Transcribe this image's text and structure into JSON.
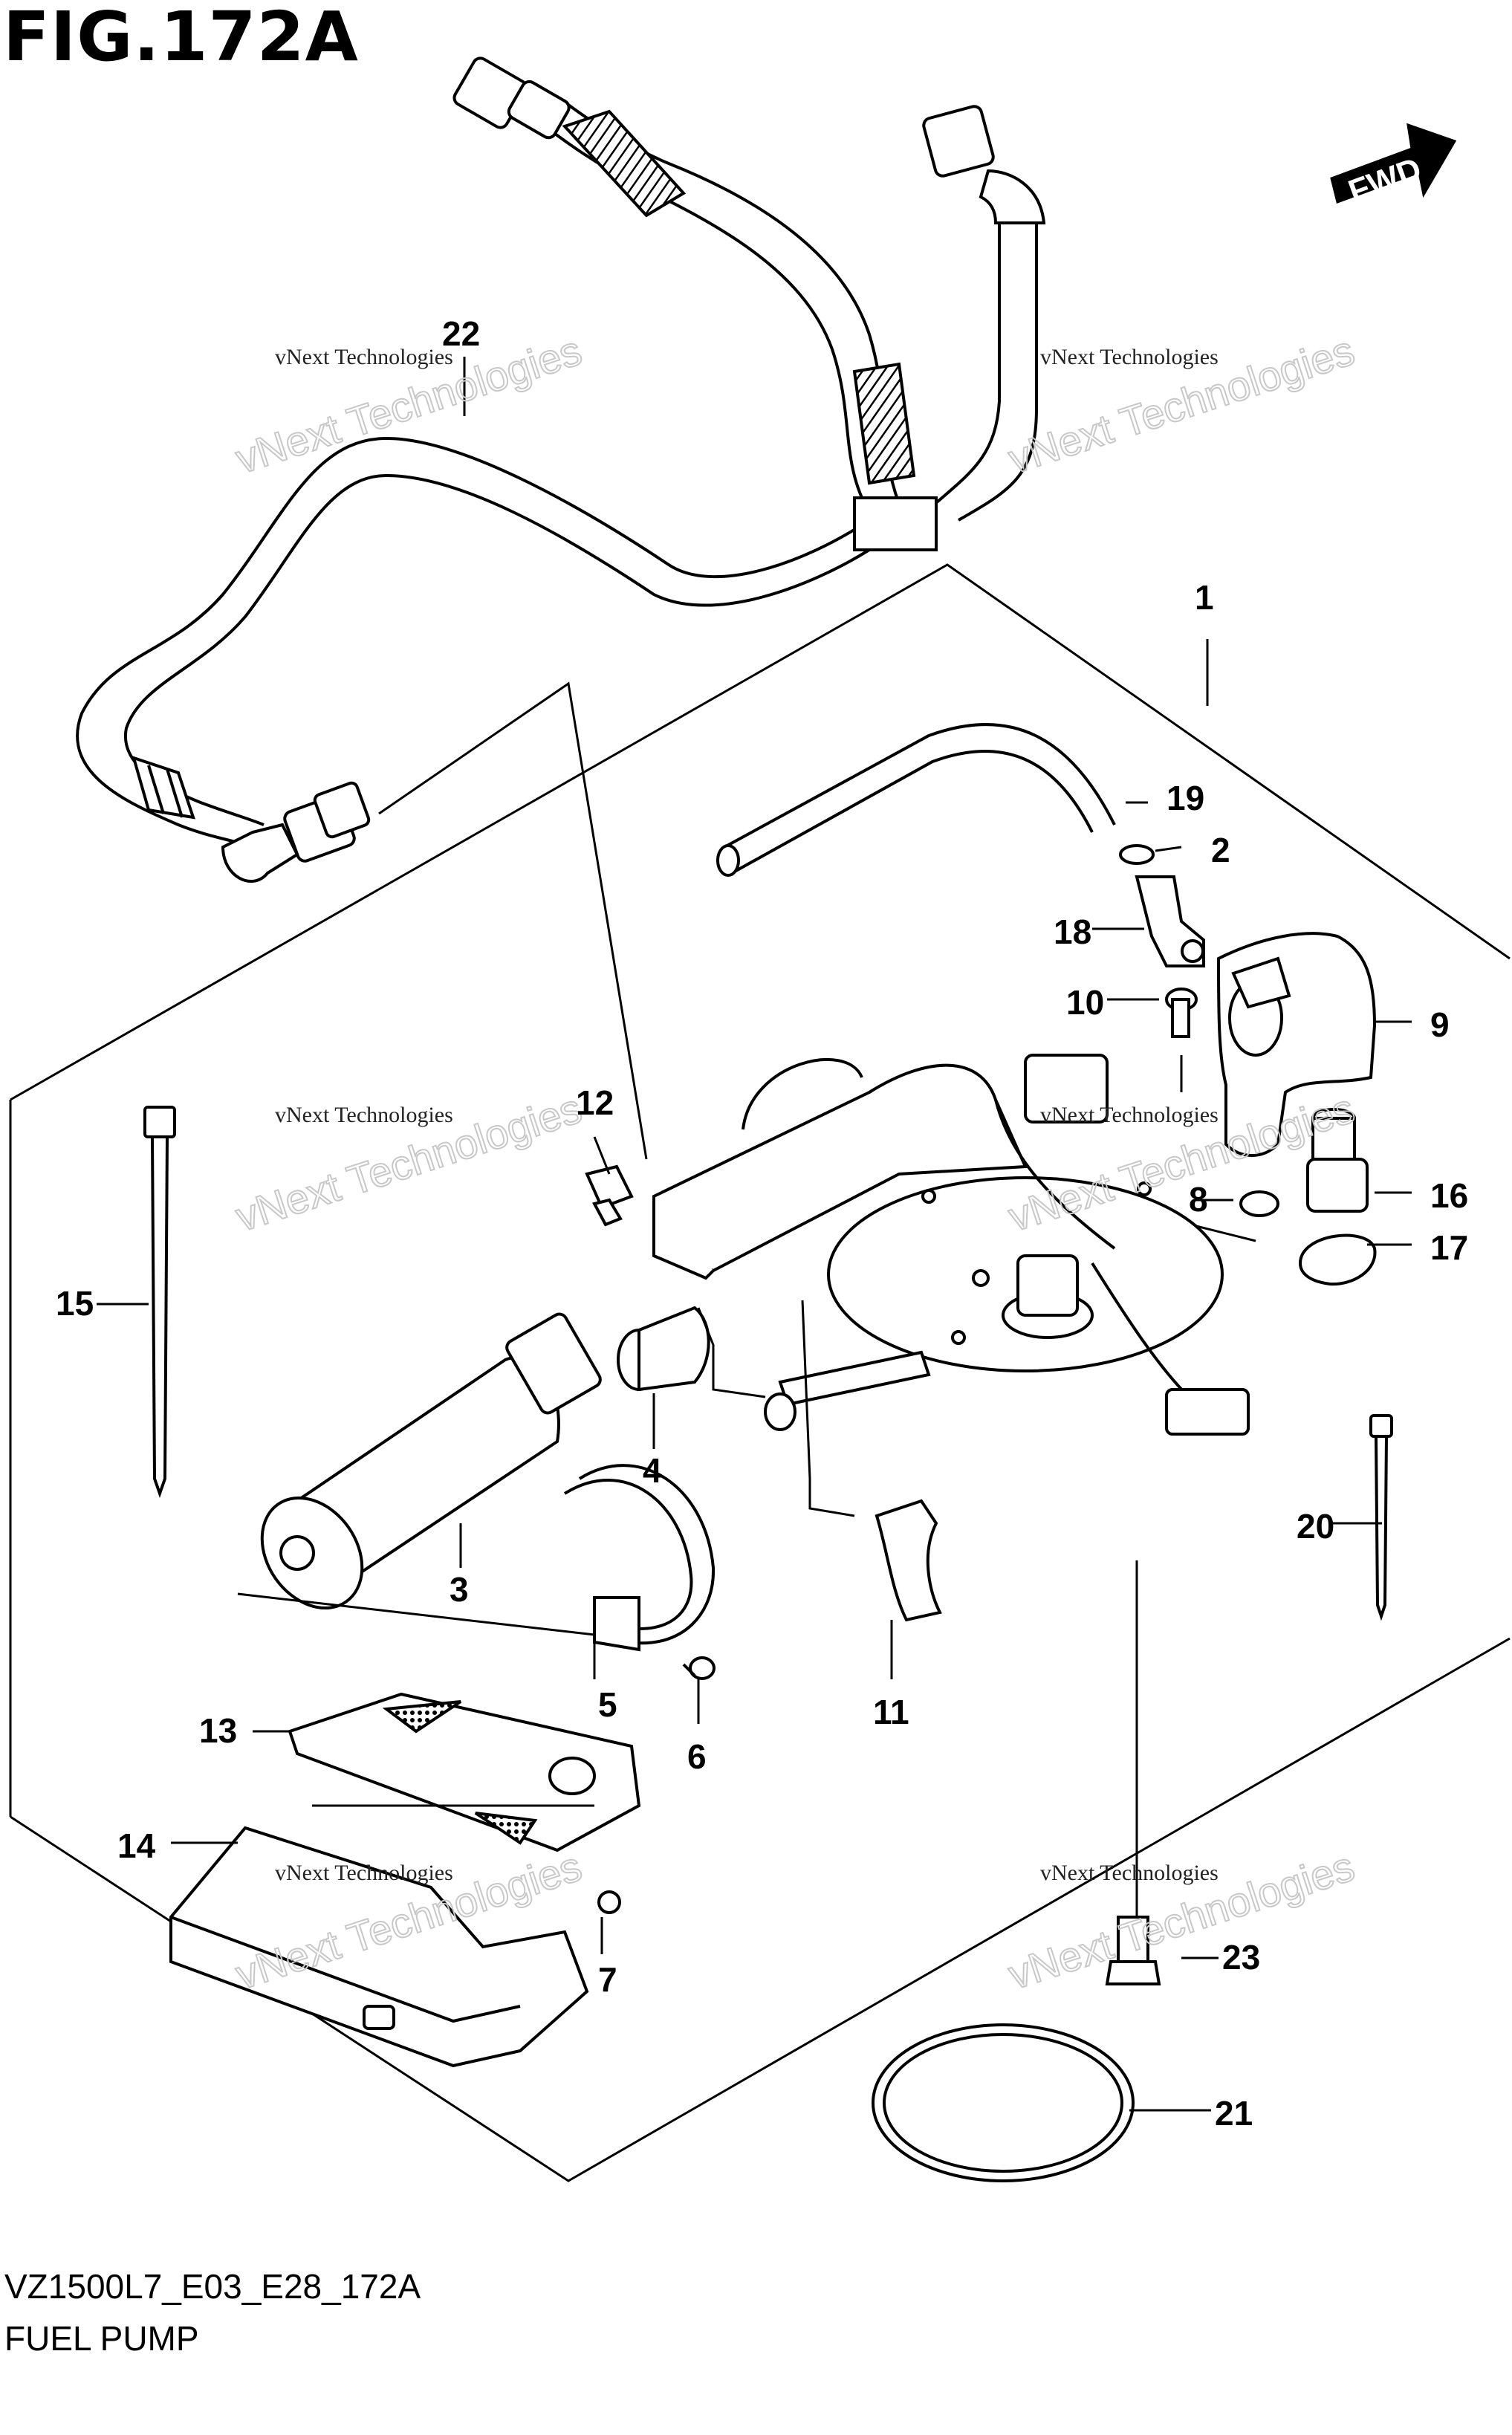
{
  "figure": {
    "title": "FIG.172A",
    "code": "VZ1500L7_E03_E28_172A",
    "name": "FUEL PUMP"
  },
  "direction": {
    "label": "FWD"
  },
  "watermark": {
    "line1": "vNext Technologies",
    "line2": "vNext Technologies"
  },
  "callouts": [
    "1",
    "2",
    "3",
    "4",
    "5",
    "6",
    "7",
    "8",
    "9",
    "10",
    "11",
    "12",
    "13",
    "14",
    "15",
    "16",
    "17",
    "18",
    "19",
    "20",
    "21",
    "22",
    "23"
  ]
}
